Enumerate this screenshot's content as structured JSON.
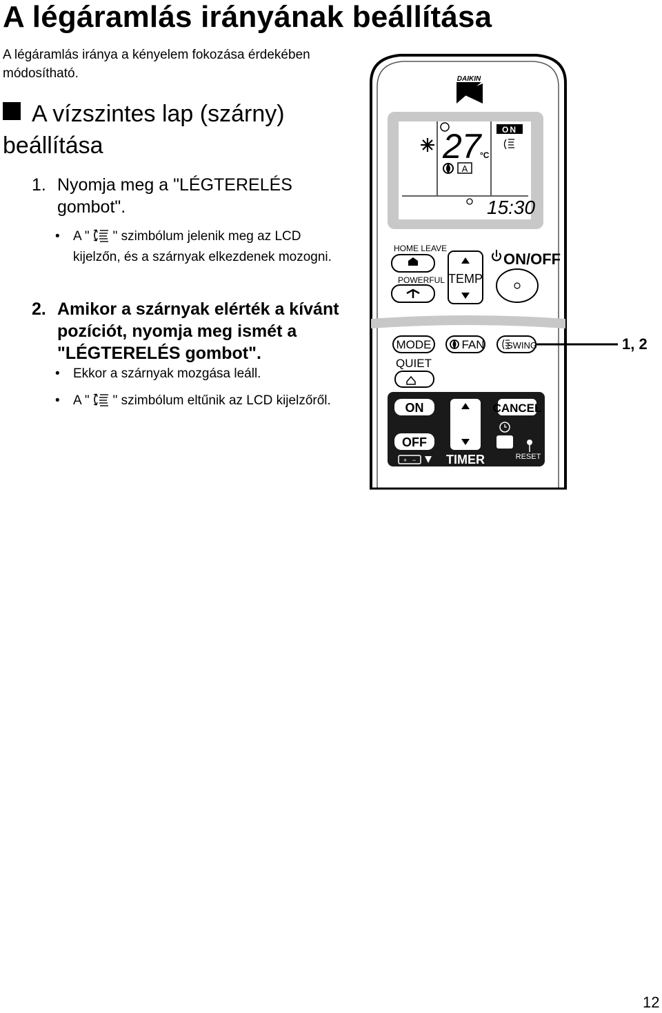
{
  "page": {
    "title": "A légáramlás irányának beállítása",
    "intro": "A légáramlás iránya a kényelem fokozása érdekében módosítható.",
    "section_title": "A vízszintes lap (szárny) beállítása",
    "page_number": "12"
  },
  "steps": [
    {
      "number": "1.",
      "text": "Nyomja meg a \"LÉGTERELÉS gombot\".",
      "bullets": [
        {
          "before": "A \"",
          "icon": "swing-icon",
          "after": "\" szimbólum jelenik meg az LCD kijelzőn, és a szárnyak elkezdenek mozogni."
        }
      ]
    },
    {
      "number": "2.",
      "text": "Amikor a szárnyak elérték a kívánt pozíciót, nyomja meg ismét a \"LÉGTERELÉS gombot\".",
      "bullets": [
        {
          "text": "Ekkor a szárnyak mozgása leáll."
        },
        {
          "before": "A \"",
          "icon": "swing-icon",
          "after": "\" szimbólum eltűnik az LCD kijelzőről."
        }
      ]
    }
  ],
  "bullet_mark": "•",
  "remote": {
    "brand": "DAIKIN",
    "lcd": {
      "temperature": "27",
      "unit": "°C",
      "on_badge": "ON",
      "clock": "15:30",
      "fan_mode": "A"
    },
    "buttons": {
      "home_leave": "HOME LEAVE",
      "powerful": "POWERFUL",
      "temp": "TEMP",
      "on_off": "ON/OFF",
      "mode": "MODE",
      "fan": "FAN",
      "swing": "SWING",
      "quiet": "QUIET",
      "timer_on": "ON",
      "timer_off": "OFF",
      "timer": "TIMER",
      "cancel": "CANCEL",
      "reset": "RESET"
    },
    "callout": "1, 2"
  }
}
